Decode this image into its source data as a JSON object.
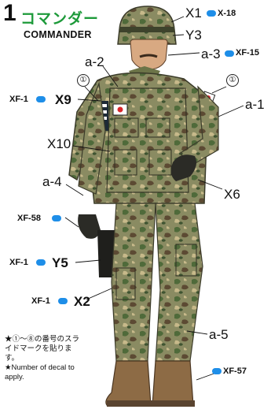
{
  "header": {
    "number": "1",
    "title_jp": "コマンダー",
    "title_en": "COMMANDER"
  },
  "labels": {
    "x1": "X1",
    "x1_decal": "X-18",
    "y3": "Y3",
    "a2": "a-2",
    "a3": "a-3",
    "a3_decal": "XF-15",
    "circle_left": "①",
    "circle_right": "①",
    "x9_decal": "XF-1",
    "x9": "X9",
    "a1": "a-1",
    "x10": "X10",
    "a4": "a-4",
    "x6": "X6",
    "xf58": "XF-58",
    "y5_decal": "XF-1",
    "y5": "Y5",
    "x2_decal": "XF-1",
    "x2": "X2",
    "a5": "a-5",
    "xf57": "XF-57"
  },
  "notes": {
    "jp": "★①～⑧の番号のスライドマークを貼ります。",
    "en": "★Number of decal to apply."
  },
  "colors": {
    "accent_blue": "#1e8ee8",
    "title_green": "#1d9a3a"
  }
}
